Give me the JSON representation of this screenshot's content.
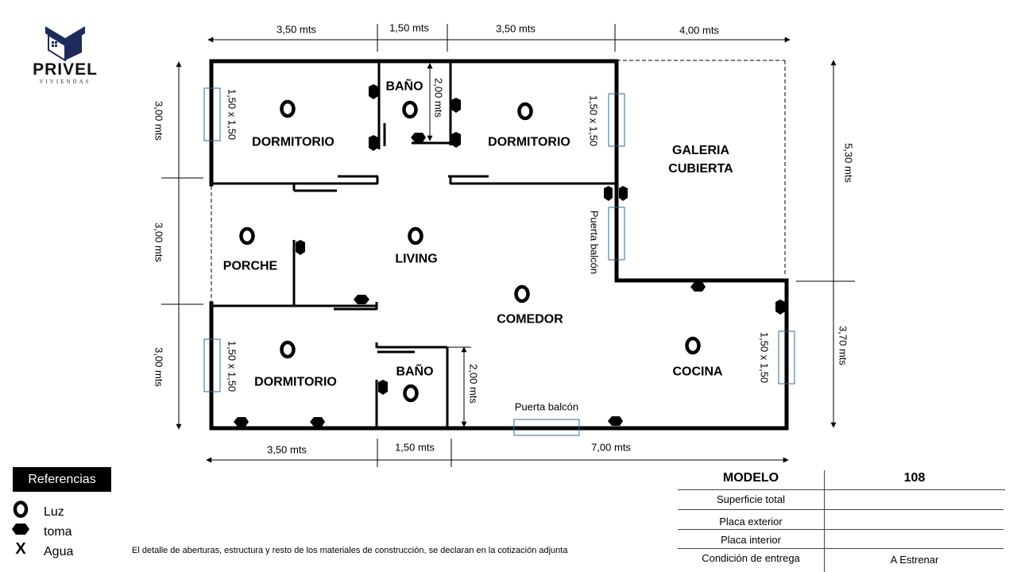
{
  "brand": {
    "name": "PRIVEL",
    "tagline": "VIVIENDAS",
    "color": "#1f2a5c"
  },
  "rooms": {
    "dorm_top_left": "DORMITORIO",
    "bano_top": "BAÑO",
    "dorm_top_right": "DORMITORIO",
    "galeria_line1": "GALERIA",
    "galeria_line2": "CUBIERTA",
    "porche": "PORCHE",
    "living": "LIVING",
    "comedor": "COMEDOR",
    "dorm_bottom": "DORMITORIO",
    "bano_bottom": "BAÑO",
    "cocina": "COCINA"
  },
  "dimensions": {
    "top": [
      "3,50 mts",
      "1,50 mts",
      "3,50 mts",
      "4,00 mts"
    ],
    "bottom": [
      "3,50 mts",
      "1,50 mts",
      "7,00 mts"
    ],
    "left": [
      "3,00 mts",
      "3,00 mts",
      "3,00 mts"
    ],
    "right": [
      "5,30 mts",
      "3,70 mts"
    ],
    "bano_top_height": "2,00 mts",
    "bano_bottom_height": "2,00 mts"
  },
  "openings": {
    "window_dorm_top_left": "1,50 x 1,50",
    "window_dorm_top_right": "1,50 x 1,50",
    "window_dorm_bottom": "1,50 x 1,50",
    "window_cocina": "1,50 x 1,50",
    "puerta_balcon_side": "Puerta balcón",
    "puerta_balcon_bottom": "Puerta balcón"
  },
  "legend": {
    "title": "Referencias",
    "items": [
      {
        "symbol": "luz-ring",
        "label": "Luz"
      },
      {
        "symbol": "toma-hexagon",
        "label": "toma"
      },
      {
        "symbol": "agua-x",
        "label": "Agua",
        "glyph": "X"
      }
    ]
  },
  "note": "El detalle de aberturas, estructura y resto de los materiales de construcción, se declaran en la cotización adjunta",
  "spec_table": {
    "header": {
      "label": "MODELO",
      "value": "108"
    },
    "rows": [
      {
        "label": "Superficie total",
        "value": ""
      },
      {
        "label": "Placa exterior",
        "value": ""
      },
      {
        "label": "Placa interior",
        "value": ""
      },
      {
        "label": "Condición de entrega",
        "value": "A Estrenar"
      }
    ]
  },
  "colors": {
    "wall": "#000000",
    "window_outline": "#2e6d9a",
    "brand_navy": "#1f2a5c"
  }
}
